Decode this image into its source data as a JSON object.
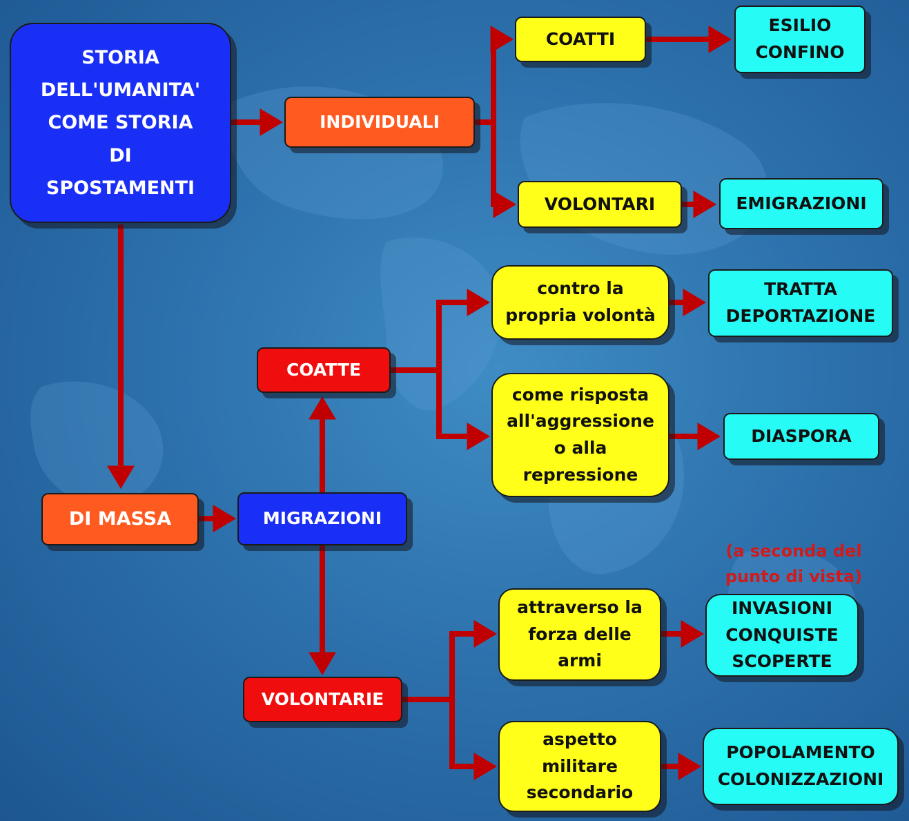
{
  "nodes": {
    "root": "STORIA\nDELL'UMANITA'\nCOME STORIA\nDI\nSPOSTAMENTI",
    "individuali": "INDIVIDUALI",
    "coatti": "COATTI",
    "esilio_confino": "ESILIO\nCONFINO",
    "volontari": "VOLONTARI",
    "emigrazioni": "EMIGRAZIONI",
    "contro_volonta": "contro la\npropria volontà",
    "tratta_deportazione": "TRATTA\nDEPORTAZIONE",
    "coatte": "COATTE",
    "risposta_aggressione": "come risposta\nall'aggressione\no alla\nrepressione",
    "diaspora": "DIASPORA",
    "di_massa": "DI MASSA",
    "migrazioni": "MIGRAZIONI",
    "forza_armi": "attraverso la\nforza delle\narmi",
    "invasioni": "INVASIONI\nCONQUISTE\nSCOPERTE",
    "volontarie": "VOLONTARIE",
    "aspetto_militare": "aspetto\nmilitare\nsecondario",
    "popolamento": "POPOLAMENTO\nCOLONIZZAZIONI"
  },
  "note": "(a seconda del\npunto di vista)",
  "colors": {
    "root_blue": "#1a2ff5",
    "orange": "#ff5a1f",
    "red": "#f00d0d",
    "yellow": "#ffff1a",
    "cyan": "#27fbf5",
    "arrow": "#c00000",
    "note_text": "#d11a1a",
    "background": "#2d72ad"
  }
}
